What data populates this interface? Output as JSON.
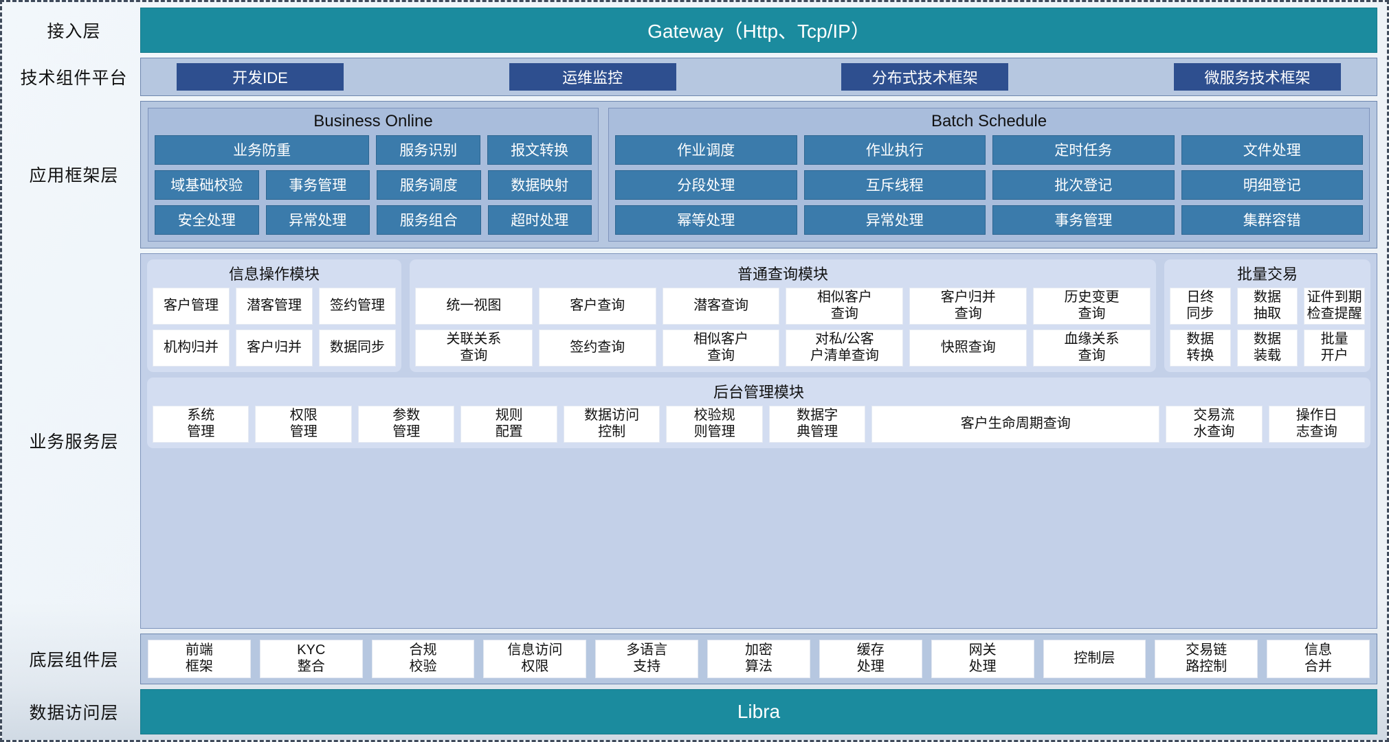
{
  "layers": {
    "access": {
      "label": "接入层",
      "bar": "Gateway（Http、Tcp/IP）"
    },
    "platform": {
      "label": "技术组件平台",
      "chips": [
        "开发IDE",
        "运维监控",
        "分布式技术框架",
        "微服务技术框架"
      ]
    },
    "app_framework": {
      "label": "应用框架层",
      "groups": [
        {
          "title": "Business Online",
          "rows": [
            [
              "业务防重",
              "服务识别",
              "报文转换"
            ],
            [
              "域基础校验",
              "事务管理",
              "服务调度",
              "数据映射"
            ],
            [
              "安全处理",
              "异常处理",
              "服务组合",
              "超时处理"
            ]
          ]
        },
        {
          "title": "Batch Schedule",
          "rows": [
            [
              "作业调度",
              "作业执行",
              "定时任务",
              "文件处理"
            ],
            [
              "分段处理",
              "互斥线程",
              "批次登记",
              "明细登记"
            ],
            [
              "幂等处理",
              "异常处理",
              "事务管理",
              "集群容错"
            ]
          ]
        }
      ]
    },
    "business_service": {
      "label": "业务服务层",
      "modules": [
        {
          "title": "信息操作模块",
          "rows": [
            [
              "客户管理",
              "潜客管理",
              "签约管理"
            ],
            [
              "机构归并",
              "客户归并",
              "数据同步"
            ]
          ]
        },
        {
          "title": "普通查询模块",
          "rows": [
            [
              "统一视图",
              "客户查询",
              "潜客查询",
              "相似客户\n查询",
              "客户归并\n查询",
              "历史变更\n查询"
            ],
            [
              "关联关系\n查询",
              "签约查询",
              "相似客户\n查询",
              "对私/公客\n户清单查询",
              "快照查询",
              "血缘关系\n查询"
            ]
          ]
        },
        {
          "title": "批量交易",
          "rows": [
            [
              "日终\n同步",
              "数据\n抽取",
              "证件到期\n检查提醒"
            ],
            [
              "数据\n转换",
              "数据\n装载",
              "批量\n开户"
            ]
          ]
        }
      ],
      "admin_module": {
        "title": "后台管理模块",
        "cells": [
          "系统\n管理",
          "权限\n管理",
          "参数\n管理",
          "规则\n配置",
          "数据访问\n控制",
          "校验规\n则管理",
          "数据字\n典管理",
          "客户生命周期查询",
          "交易流\n水查询",
          "操作日\n志查询"
        ],
        "wide_index": 7
      }
    },
    "base_components": {
      "label": "底层组件层",
      "cells": [
        "前端\n框架",
        "KYC\n整合",
        "合规\n校验",
        "信息访问\n权限",
        "多语言\n支持",
        "加密\n算法",
        "缓存\n处理",
        "网关\n处理",
        "控制层",
        "交易链\n路控制",
        "信息\n合并"
      ]
    },
    "data_access": {
      "label": "数据访问层",
      "bar": "Libra"
    }
  },
  "colors": {
    "teal": "#1b8b9e",
    "platform_band": "#b6c7e0",
    "platform_chip": "#2e4f8f",
    "app_cell": "#3b7bab",
    "module_bg": "#d3ddf1",
    "cell_white": "#ffffff"
  }
}
